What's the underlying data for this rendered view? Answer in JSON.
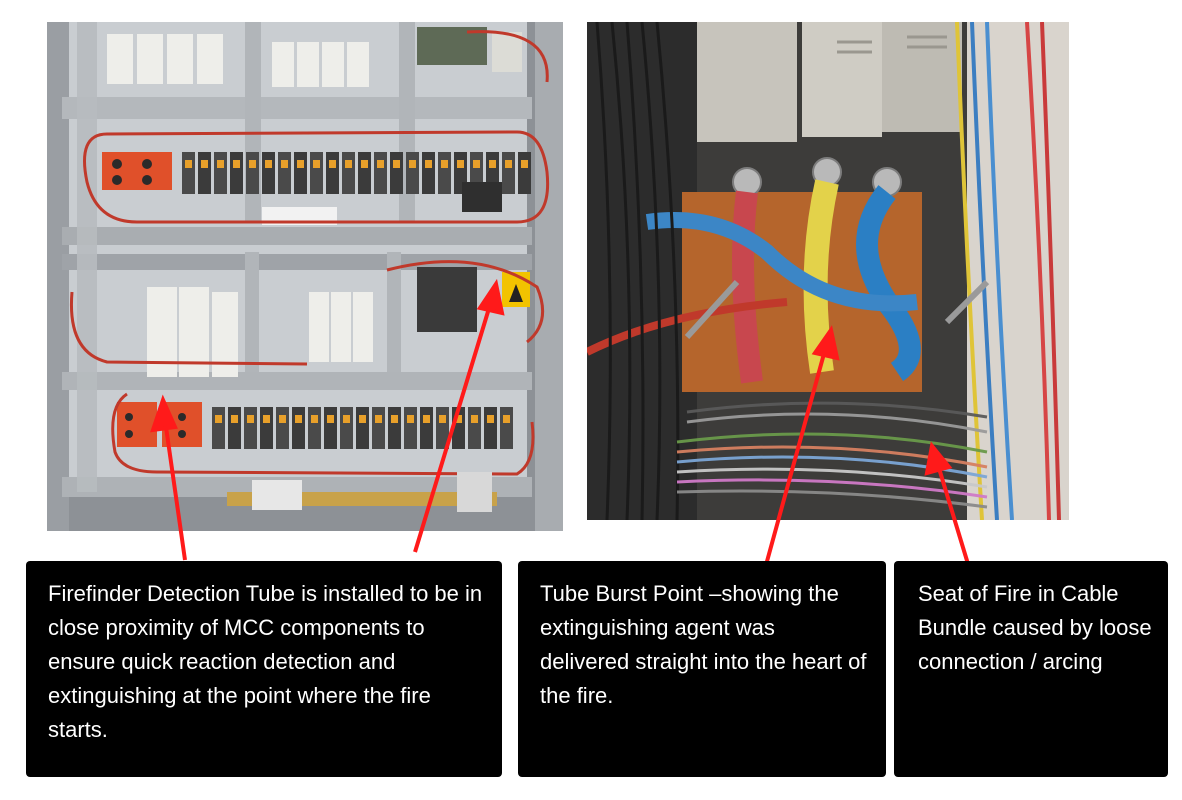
{
  "photos": {
    "left": {
      "subject": "motor control center cabinet with contactors, terminal rows and red detection tube"
    },
    "right": {
      "subject": "burnt cable bundle beneath busbar terminals"
    }
  },
  "captions": [
    {
      "id": "detection-tube",
      "text": "Firefinder Detection Tube is installed to be in close proximity of MCC components to ensure quick reaction detection and extinguishing at the point where the fire starts."
    },
    {
      "id": "tube-burst-point",
      "text": "Tube Burst Point –showing the extinguishing agent was delivered straight into the heart of the fire."
    },
    {
      "id": "seat-of-fire",
      "text": "Seat of Fire in Cable Bundle caused by loose connection / arcing"
    }
  ],
  "colors": {
    "arrow": "#ff1a1a",
    "caption_bg": "#000000",
    "caption_text": "#ffffff",
    "tube": "#c0392b"
  }
}
